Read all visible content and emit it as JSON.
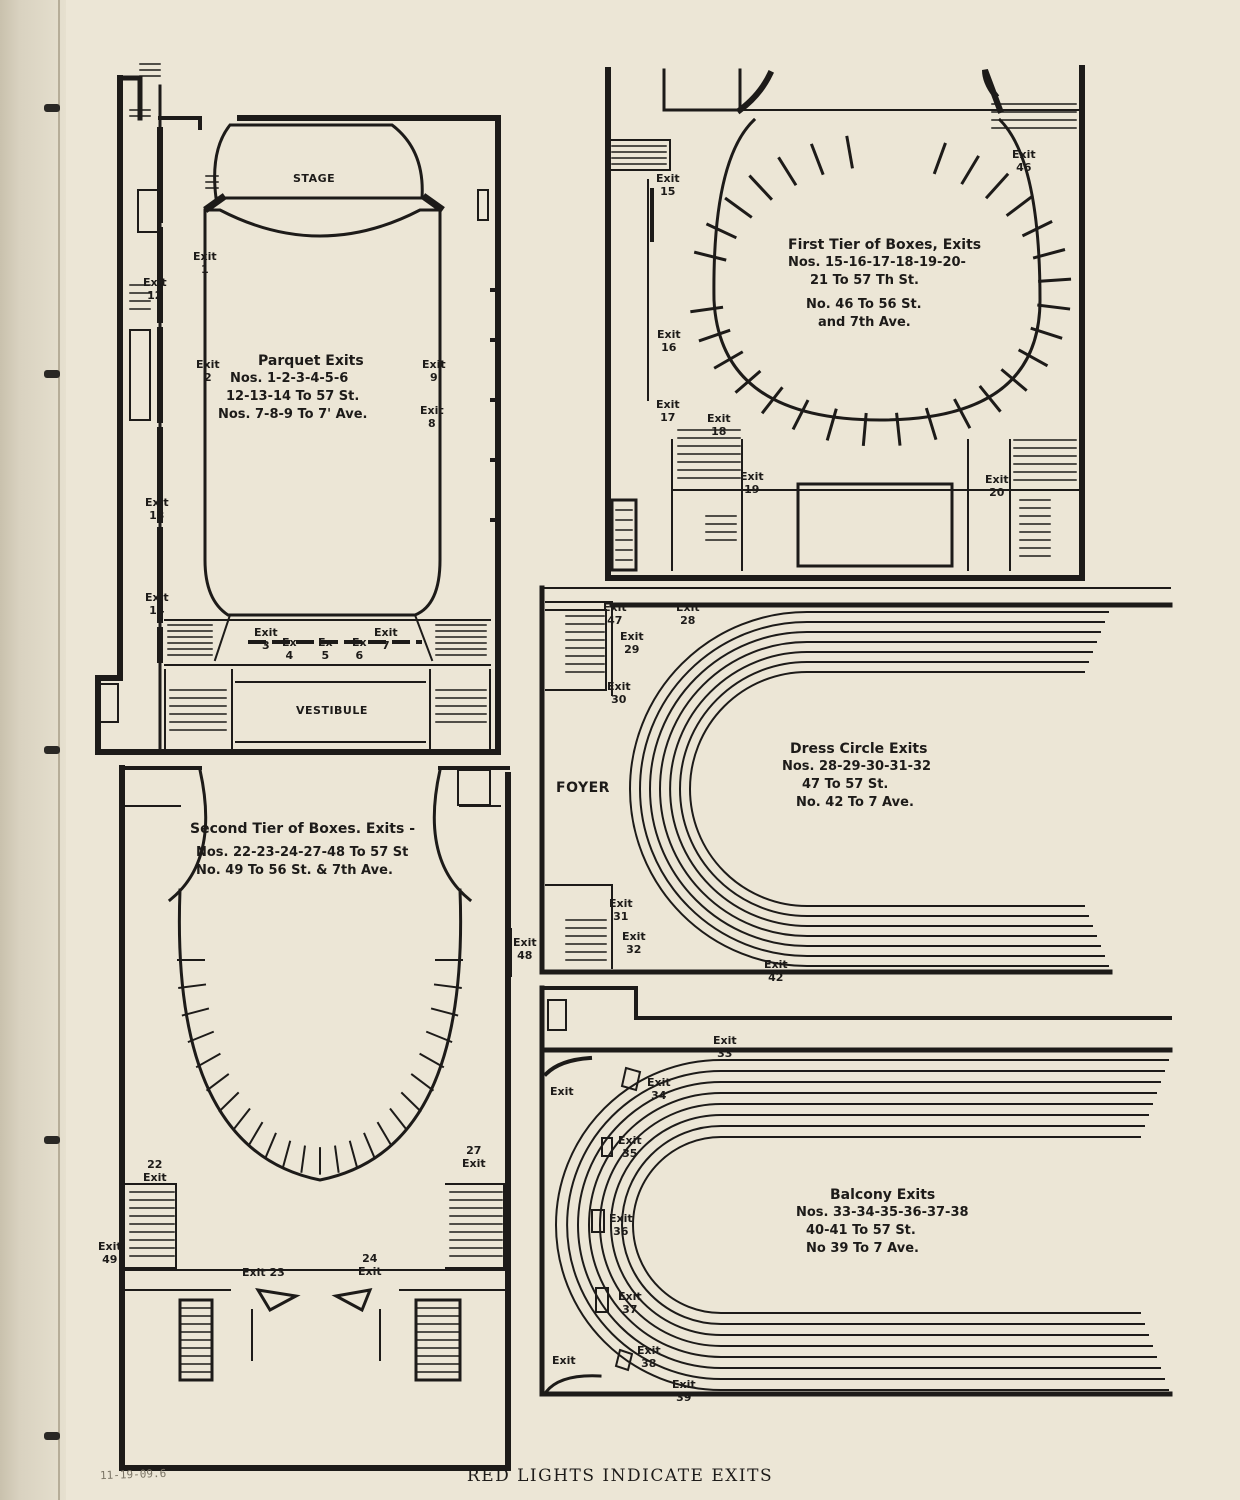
{
  "caption": "RED LIGHTS INDICATE EXITS",
  "handwritten_date": "11-19-09.6",
  "colors": {
    "paper": "#ece6d6",
    "ink": "#1d1b19"
  },
  "parquet": {
    "stage": "STAGE",
    "vestibule": "VESTIBULE",
    "title": "Parquet Exits",
    "line1": "Nos. 1-2-3-4-5-6",
    "line2": "12-13-14 To 57 St.",
    "line3": "Nos. 7-8-9 To 7' Ave.",
    "exits": {
      "e1": "Exit\n1",
      "e2": "Exit\n2",
      "e3": "Exit\n3",
      "e4": "Ex\n4",
      "e5": "Ex\n5",
      "e6": "Ex\n6",
      "e7": "Exit\n7",
      "e8": "Exit\n8",
      "e9": "Exit\n9",
      "e12": "Exit\n12",
      "e13": "Exit\n13",
      "e14": "Exit\n14"
    }
  },
  "first_tier": {
    "line1": "First Tier of Boxes, Exits",
    "line2": "Nos. 15-16-17-18-19-20-",
    "line3": "21 To 57 Th St.",
    "line4": "No. 46 To 56 St.",
    "line5": "and 7th Ave.",
    "exits": {
      "e15": "Exit\n15",
      "e16": "Exit\n16",
      "e17": "Exit\n17",
      "e18": "Exit\n18",
      "e19": "Exit\n19",
      "e20": "Exit\n20",
      "e46": "Exit\n46"
    }
  },
  "dress_circle": {
    "foyer": "FOYER",
    "line1": "Dress Circle Exits",
    "line2": "Nos. 28-29-30-31-32",
    "line3": "47 To 57 St.",
    "line4": "No. 42 To 7 Ave.",
    "exits": {
      "e28": "Exit\n28",
      "e29": "Exit\n29",
      "e30": "Exit\n30",
      "e31": "Exit\n31",
      "e32": "Exit\n32",
      "e42": "Exit\n42",
      "e47": "Exit\n47"
    }
  },
  "second_tier": {
    "line1": "Second Tier of Boxes. Exits -",
    "line2": "Nos. 22-23-24-27-48 To 57 St",
    "line3": "No. 49 To 56 St. & 7th Ave.",
    "exits": {
      "e22": "22\nExit",
      "e23": "Exit 23",
      "e24": "24\nExit",
      "e27": "27\nExit",
      "e48": "Exit\n48",
      "e49": "Exit\n49"
    }
  },
  "balcony": {
    "line1": "Balcony Exits",
    "line2": "Nos. 33-34-35-36-37-38",
    "line3": "40-41 To 57 St.",
    "line4": "No 39 To 7 Ave.",
    "exits": {
      "e33": "Exit\n33",
      "e34": "Exit\n34",
      "e35": "Exit\n35",
      "e36": "Exit\n36",
      "e37": "Exit\n37",
      "e38": "Exit\n38",
      "e39": "Exit\n39",
      "e40": "Exit",
      "e41": "Exit"
    }
  }
}
